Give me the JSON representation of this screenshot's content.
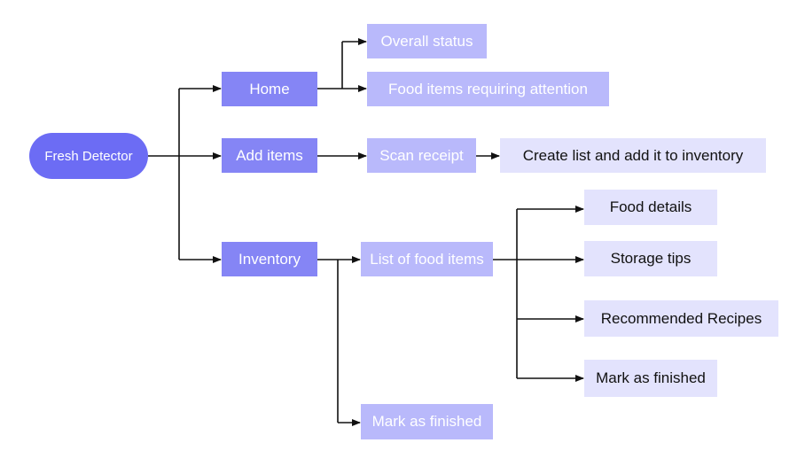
{
  "diagram": {
    "root": "Fresh Detector",
    "home": "Home",
    "overall_status": "Overall status",
    "food_attention": "Food items requiring attention",
    "add_items": "Add items",
    "scan_receipt": "Scan receipt",
    "create_list": "Create list and add it to inventory",
    "inventory": "Inventory",
    "list_food_items": "List of food items",
    "mark_finished_inventory": "Mark as finished",
    "food_details": "Food details",
    "storage_tips": "Storage tips",
    "recommended_recipes": "Recommended Recipes",
    "mark_finished_list": "Mark as finished"
  },
  "colors": {
    "root": "#6c6cf4",
    "level1": "#8585f5",
    "level2": "#b9b9fb",
    "level3": "#e3e3fd",
    "connector": "#111111"
  }
}
